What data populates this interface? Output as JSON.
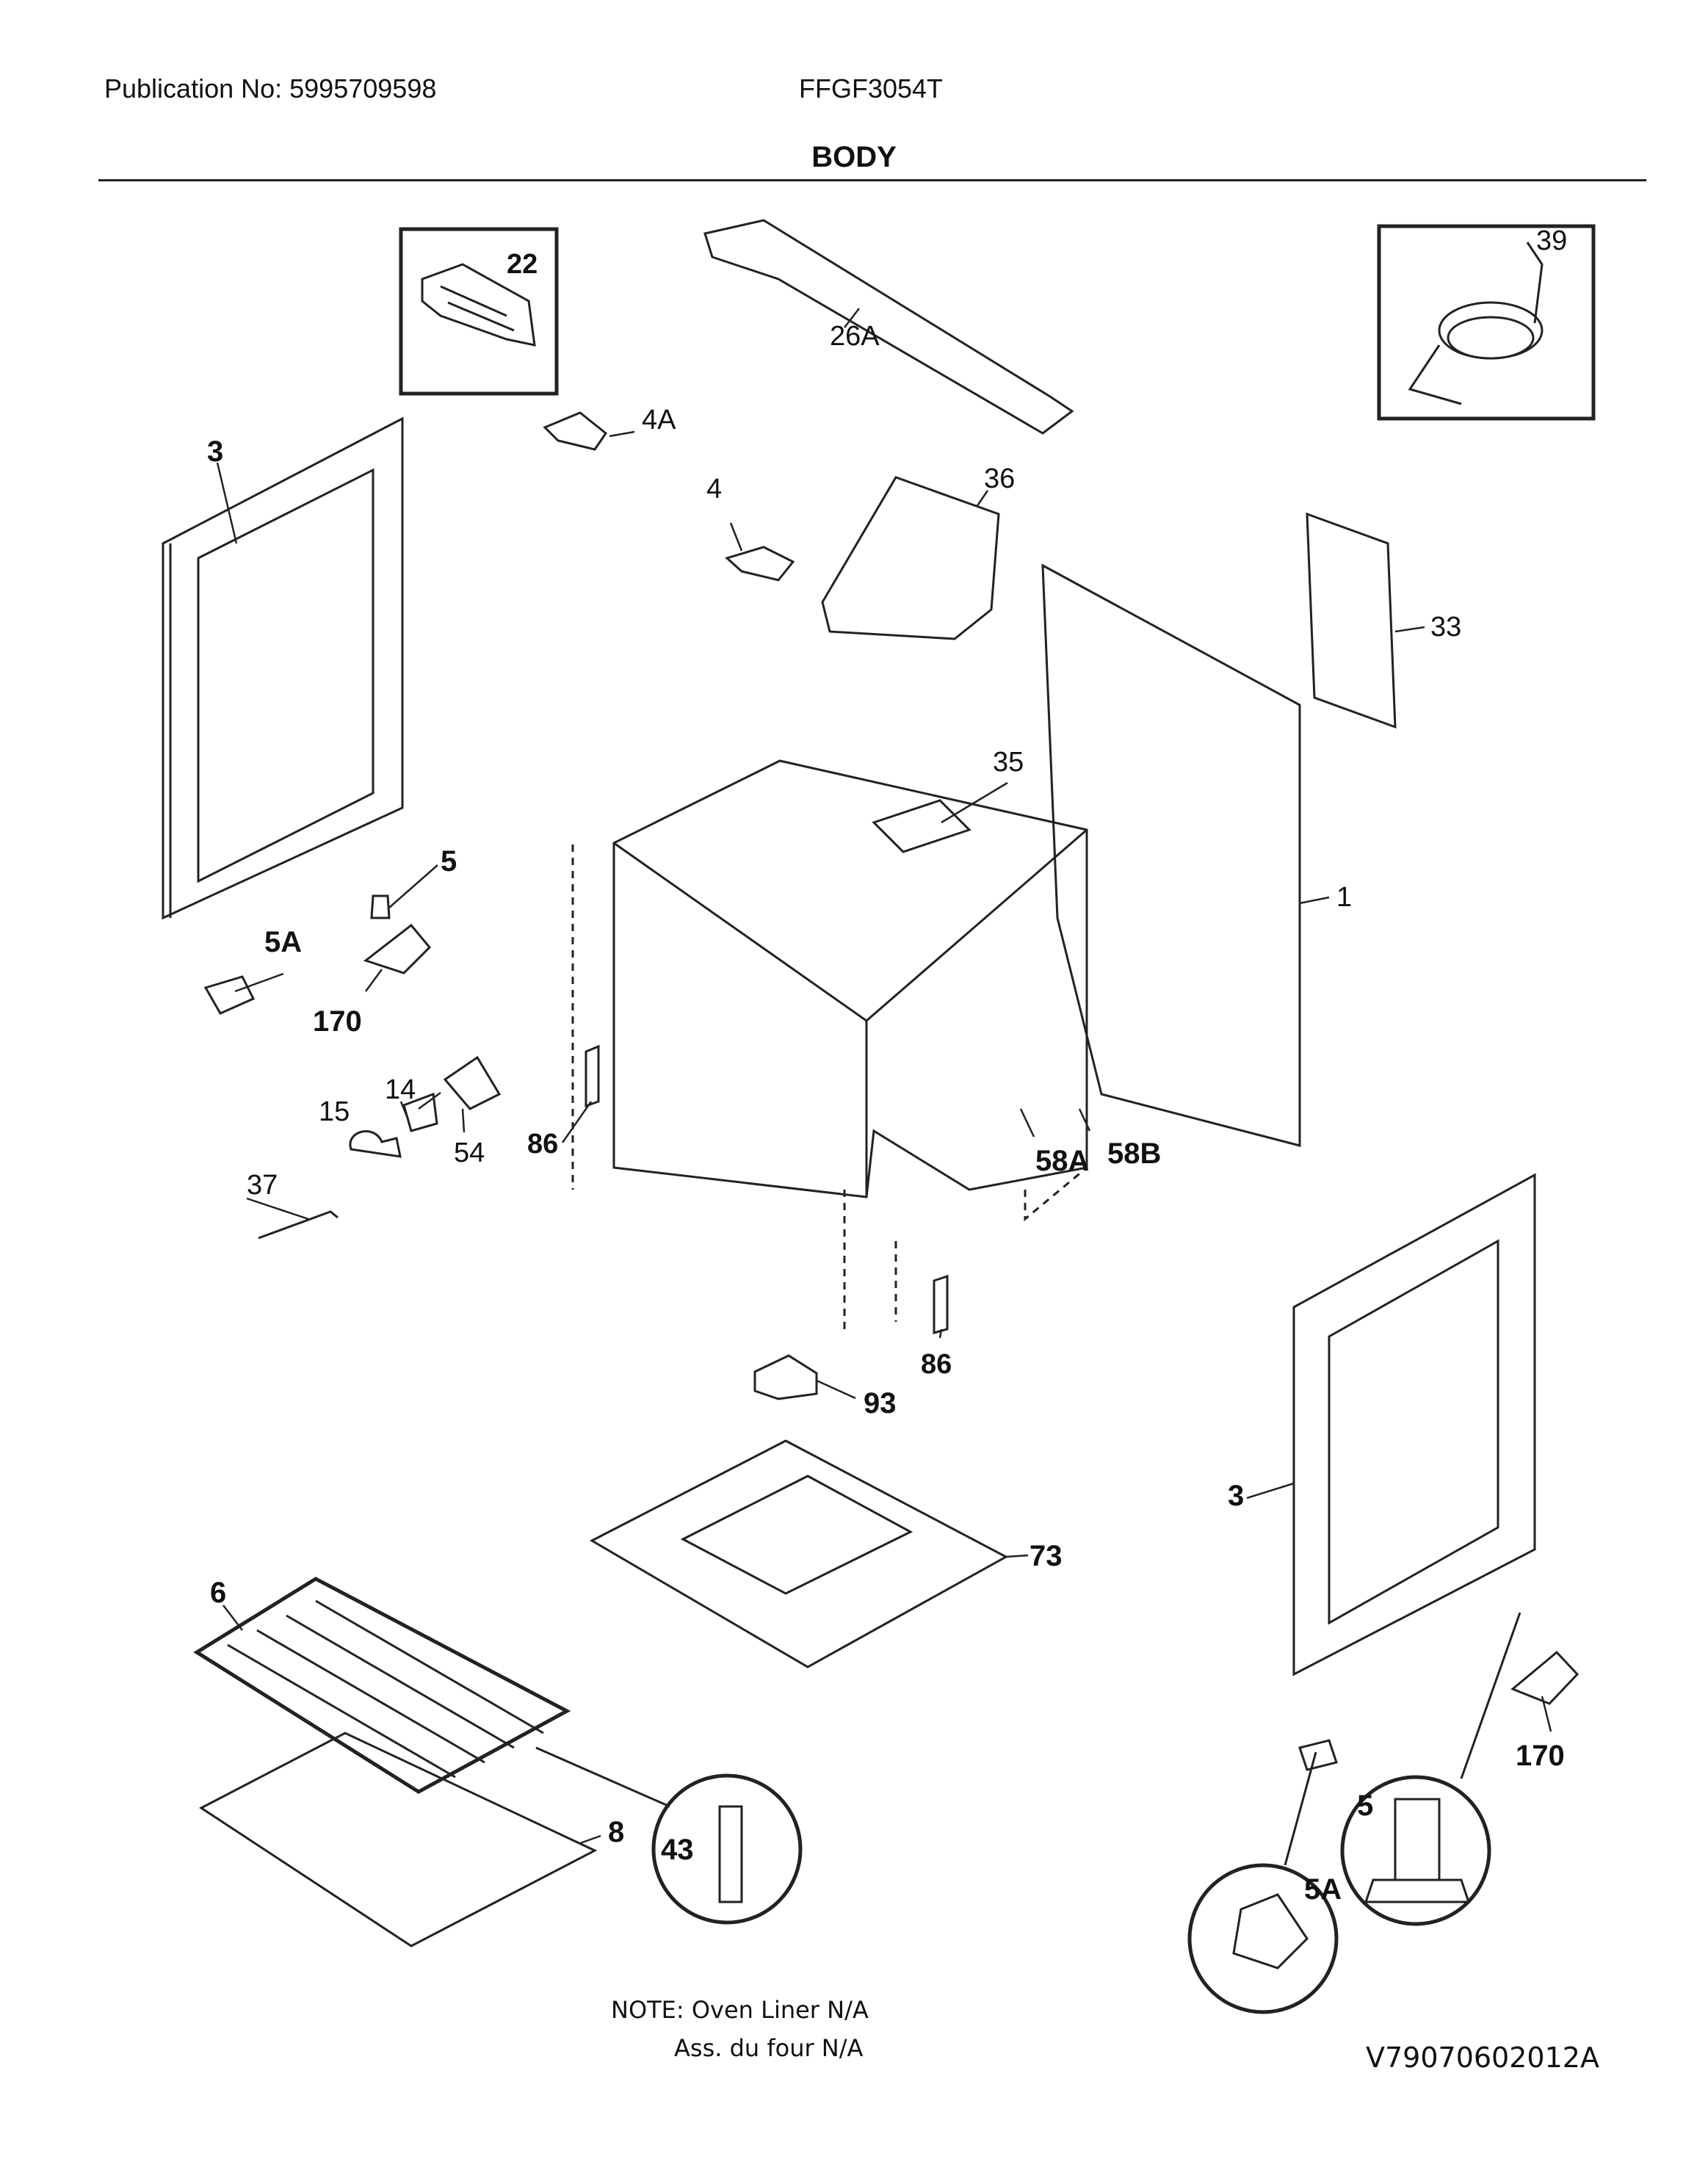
{
  "header": {
    "publication": "Publication No: 5995709598",
    "model": "FFGF3054T",
    "title": "BODY"
  },
  "callouts": {
    "c1": "1",
    "c3a": "3",
    "c3b": "3",
    "c4": "4",
    "c4a": "4A",
    "c5a": "5",
    "c5b": "5",
    "c5Aa": "5A",
    "c5Ab": "5A",
    "c6": "6",
    "c8": "8",
    "c14": "14",
    "c15": "15",
    "c22": "22",
    "c26A": "26A",
    "c33": "33",
    "c35": "35",
    "c36": "36",
    "c37": "37",
    "c39": "39",
    "c43": "43",
    "c54": "54",
    "c58A": "58A",
    "c58B": "58B",
    "c73": "73",
    "c86a": "86",
    "c86b": "86",
    "c93": "93",
    "c170a": "170",
    "c170b": "170"
  },
  "footer": {
    "note_line1": "NOTE: Oven Liner N/A",
    "note_line2": "Ass. du four N/A",
    "code": "V79070602012A"
  }
}
